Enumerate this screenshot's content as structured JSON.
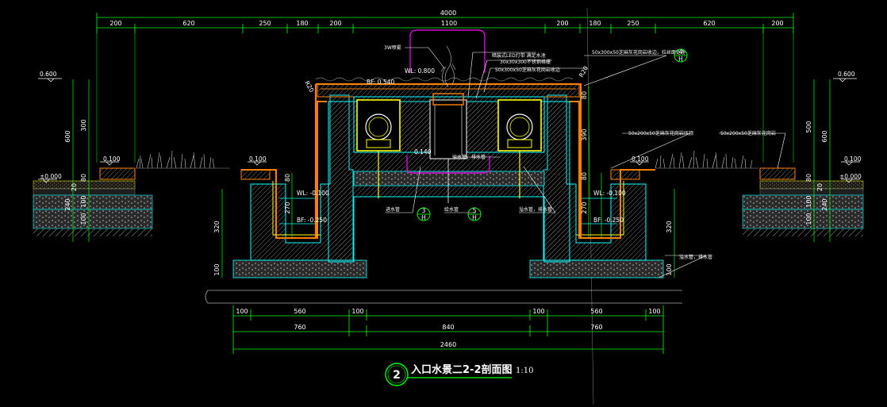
{
  "drawing": {
    "title": "入口水景二2-2剖面图",
    "scale": "1:10",
    "number": "2"
  },
  "top_dimensions": {
    "overall": "4000",
    "segments": [
      "200",
      "620",
      "250",
      "180",
      "200",
      "1100",
      "200",
      "180",
      "250",
      "620",
      "200"
    ]
  },
  "bottom_dimensions": {
    "row1": [
      "100",
      "560",
      "100",
      "100",
      "560",
      "100"
    ],
    "row2": [
      "760",
      "840",
      "760"
    ],
    "total": "2460"
  },
  "side_dimensions": {
    "left_outer": [
      "600",
      "300",
      "80",
      "20",
      "100",
      "240",
      "100"
    ],
    "left_inner": [
      "270",
      "320",
      "100",
      "80"
    ],
    "right_outer": [
      "600",
      "500",
      "80",
      "20",
      "100",
      "240",
      "100"
    ],
    "right_inner": [
      "80",
      "390",
      "80",
      "270",
      "320",
      "100"
    ]
  },
  "levels": {
    "top_left": "0.600",
    "top_right": "0.600",
    "ground_left": "±0.000",
    "ground_right": "±0.000",
    "edge_left": "0.100",
    "edge_right": "0.100",
    "wall_left": "0.100",
    "wall_right": "0.100",
    "water_center": "WL: 0.800",
    "bottom_center": "BF: 0.540",
    "water_left": "WL: -0.100",
    "water_right": "WL: -0.100",
    "bottom_left": "BF: -0.250",
    "bottom_right": "BF: -0.250",
    "pool_center": "0.140",
    "r_label_left": "R20",
    "r_label_right": "R20"
  },
  "annotations": {
    "a1": "3W喷雾",
    "a2": "暗装式LED灯带 满足水池",
    "a3": "30x30x300不锈钢格栅",
    "a4": "50x300x50芝麻灰花岗岩收边",
    "a5": "50x300x50芝麻灰花岗岩收边，拉丝面处理",
    "a6": "50x200x50芝麻灰花岗岩压顶",
    "a7": "50x200x50芝麻灰花岗岩",
    "a8": "溢水管，排水管",
    "a9": "进水管",
    "a10": "给水管",
    "a11": "溢水管，排水管",
    "a12": "溢水管，排水管",
    "sym1": "3",
    "sym1b": "H",
    "sym2": "5",
    "sym2b": "H",
    "sym3": "4",
    "sym3b": "H"
  },
  "colors": {
    "background": "#000000",
    "dimension": "#00ff00",
    "text": "#ffffff",
    "concrete": "#00ffff",
    "finish": "#ff8000",
    "light": "#ffff00",
    "spray": "#ff00ff",
    "hatch": "#808080"
  }
}
